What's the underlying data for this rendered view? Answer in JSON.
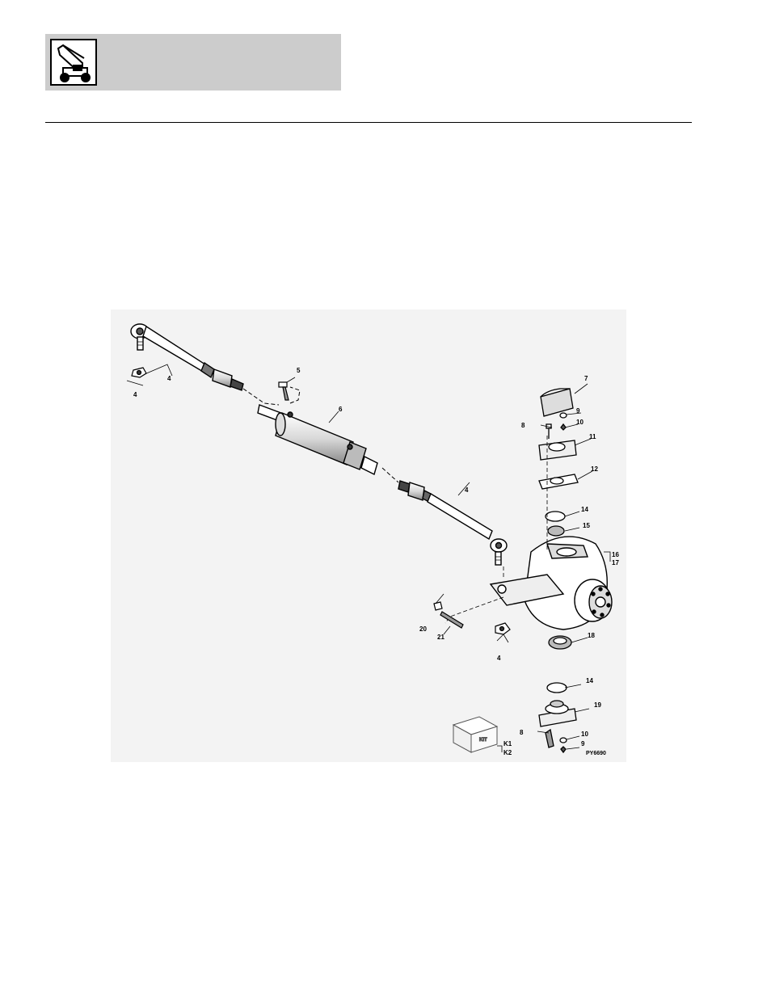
{
  "header": {
    "logo_icon": "telehandler-machine-icon"
  },
  "figure": {
    "callouts": {
      "c4a": "4",
      "c4b": "4",
      "c4c": "4",
      "c4d": "4",
      "c5": "5",
      "c6": "6",
      "c7": "7",
      "c8a": "8",
      "c8b": "8",
      "c9a": "9",
      "c9b": "9",
      "c10a": "10",
      "c10b": "10",
      "c11": "11",
      "c12": "12",
      "c14a": "14",
      "c14b": "14",
      "c15": "15",
      "c16": "16",
      "c17": "17",
      "c18": "18",
      "c19": "19",
      "c20": "20",
      "c21": "21",
      "k1": "K1",
      "k2": "K2"
    },
    "kit_label": "KIT",
    "figure_id": "PY6690"
  }
}
